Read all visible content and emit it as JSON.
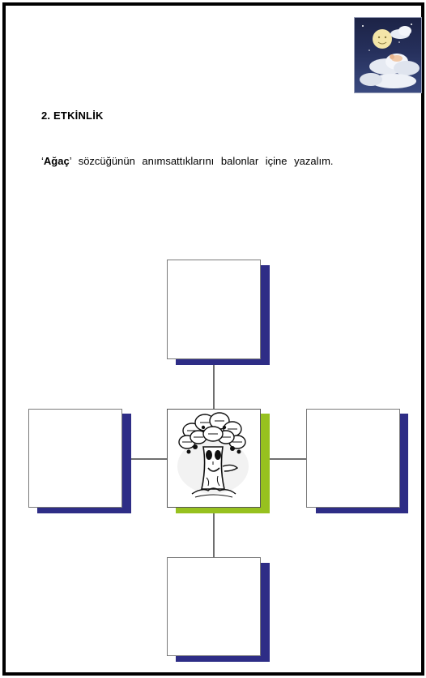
{
  "activity": {
    "heading": "2. ETKİNLİK",
    "instruction": {
      "open_quote": "‘",
      "keyword": "Ağaç",
      "close_quote": "’",
      "rest": " sözcüğünün  anımsattıklarını  balonlar  içine  yazalım."
    }
  },
  "decorations": {
    "corner_picture": "moon-and-clouds-illustration",
    "center_picture": "tree-illustration"
  },
  "colors": {
    "box_shadow": "#2e2d86",
    "center_box_shadow": "#97c11f",
    "connector": "#6f6f6f"
  },
  "answer_balloons": [
    {
      "position": "top",
      "value": ""
    },
    {
      "position": "left",
      "value": ""
    },
    {
      "position": "right",
      "value": ""
    },
    {
      "position": "bottom",
      "value": ""
    }
  ]
}
